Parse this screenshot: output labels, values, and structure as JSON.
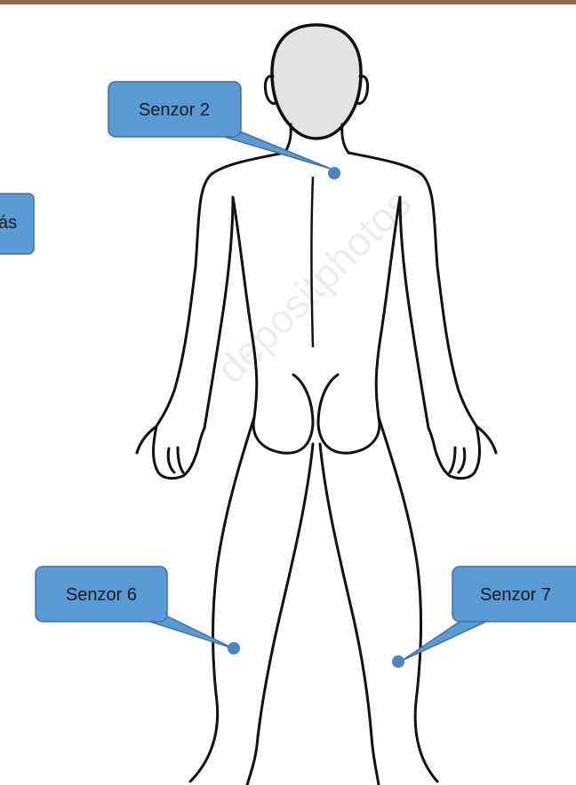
{
  "callouts": {
    "sensor_2": {
      "label": "Senzor 2"
    },
    "sensor_6": {
      "label": "Senzor 6"
    },
    "sensor_7": {
      "label": "Senzor 7"
    },
    "partial_left": {
      "label": "ás"
    }
  },
  "watermark": {
    "text": "depositphotos"
  },
  "colors": {
    "callout_fill": "#5b9bd5",
    "callout_border": "#41719c",
    "sensor_dot": "#4a86c5",
    "outline": "#111111",
    "head_fill": "#e3e3e3",
    "top_bar": "#8a6b4e"
  }
}
